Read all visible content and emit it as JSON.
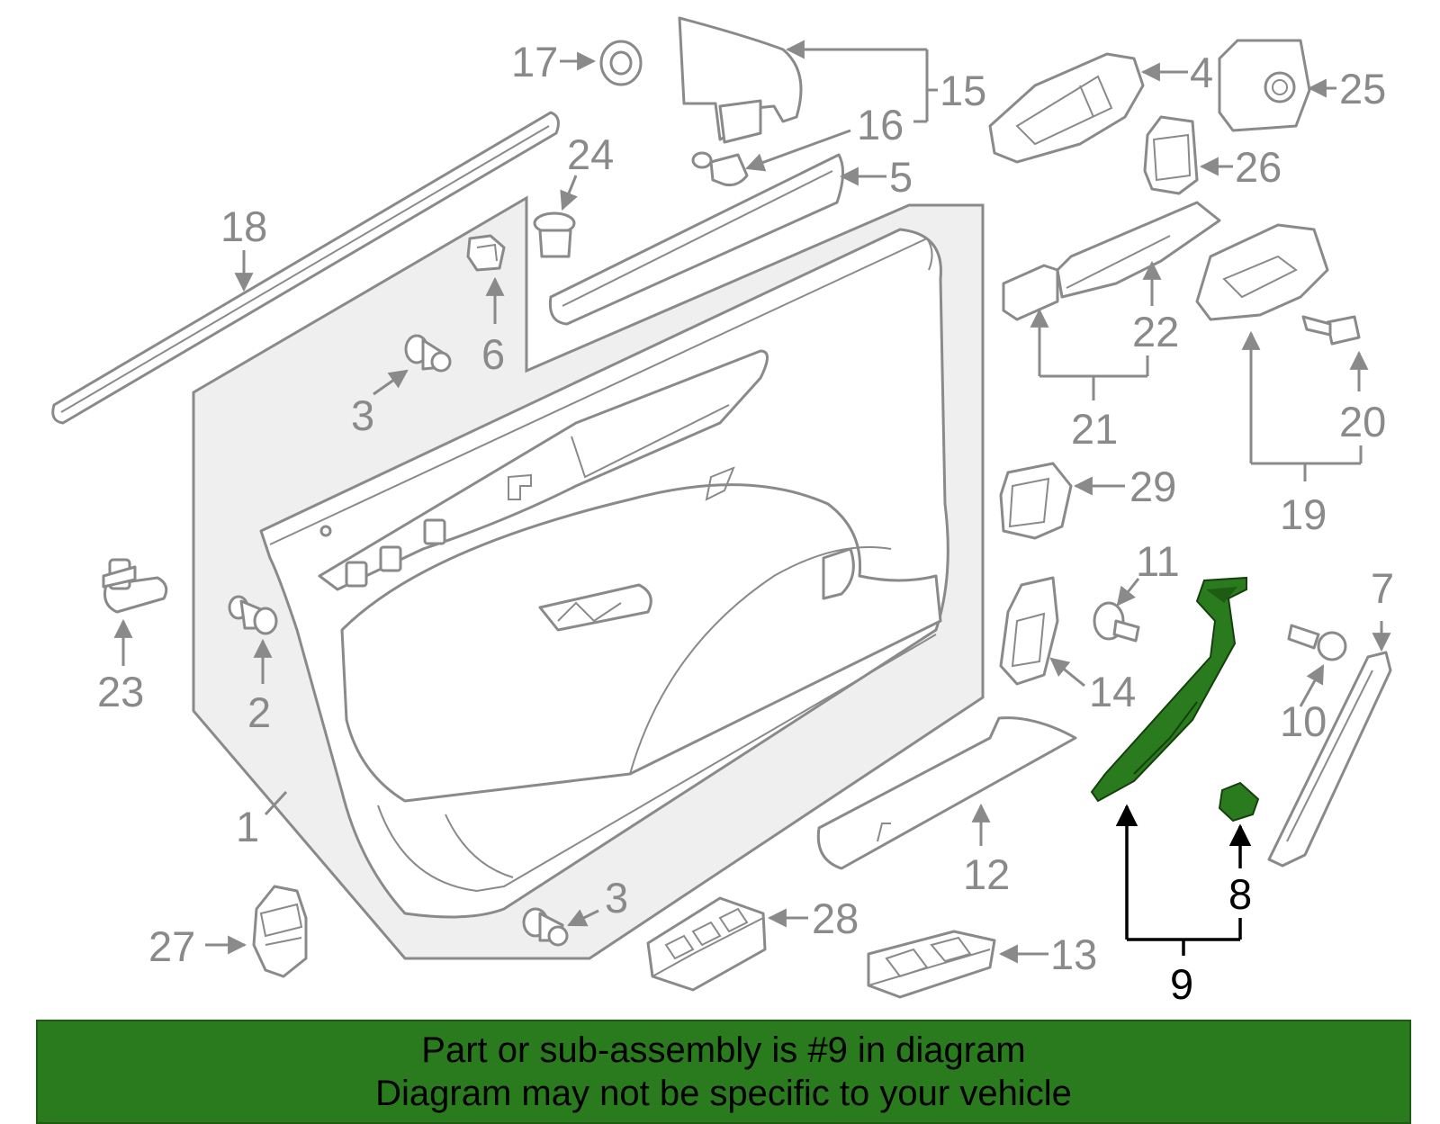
{
  "highlight_color": "#2a7a1e",
  "callouts": [
    {
      "id": "1",
      "text": "1"
    },
    {
      "id": "2",
      "text": "2"
    },
    {
      "id": "3a",
      "text": "3"
    },
    {
      "id": "3b",
      "text": "3"
    },
    {
      "id": "4",
      "text": "4"
    },
    {
      "id": "5",
      "text": "5"
    },
    {
      "id": "6",
      "text": "6"
    },
    {
      "id": "7",
      "text": "7"
    },
    {
      "id": "8",
      "text": "8"
    },
    {
      "id": "9",
      "text": "9"
    },
    {
      "id": "10",
      "text": "10"
    },
    {
      "id": "11",
      "text": "11"
    },
    {
      "id": "12",
      "text": "12"
    },
    {
      "id": "13",
      "text": "13"
    },
    {
      "id": "14",
      "text": "14"
    },
    {
      "id": "15",
      "text": "15"
    },
    {
      "id": "16",
      "text": "16"
    },
    {
      "id": "17",
      "text": "17"
    },
    {
      "id": "18",
      "text": "18"
    },
    {
      "id": "19",
      "text": "19"
    },
    {
      "id": "20",
      "text": "20"
    },
    {
      "id": "21",
      "text": "21"
    },
    {
      "id": "22",
      "text": "22"
    },
    {
      "id": "23",
      "text": "23"
    },
    {
      "id": "24",
      "text": "24"
    },
    {
      "id": "25",
      "text": "25"
    },
    {
      "id": "26",
      "text": "26"
    },
    {
      "id": "27",
      "text": "27"
    },
    {
      "id": "28",
      "text": "28"
    },
    {
      "id": "29",
      "text": "29"
    }
  ],
  "banner": {
    "line1": "Part or sub-assembly is #9 in diagram",
    "line2": "Diagram may not be specific to your vehicle"
  }
}
